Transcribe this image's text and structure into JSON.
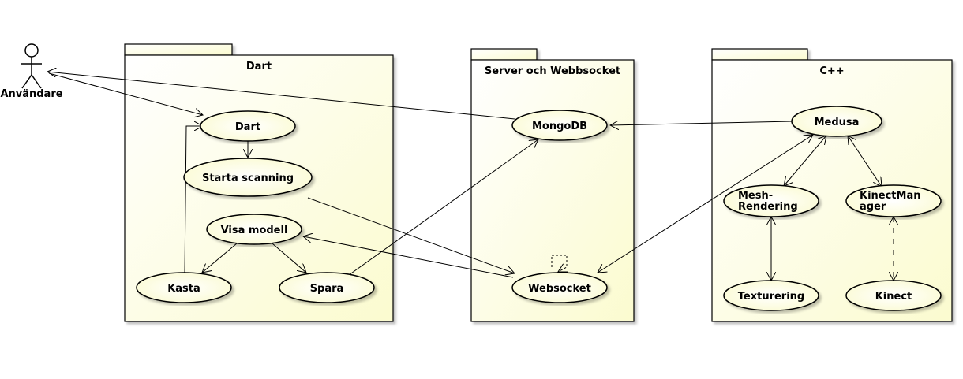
{
  "actor": {
    "label": "Användare"
  },
  "packages": {
    "dart": {
      "title": "Dart"
    },
    "server": {
      "title": "Server och Webbsocket"
    },
    "cpp": {
      "title": "C++"
    }
  },
  "usecases": {
    "dart": "Dart",
    "starta": "Starta scanning",
    "visa": "Visa modell",
    "kasta": "Kasta",
    "spara": "Spara",
    "mongodb": "MongoDB",
    "websocket": "Websocket",
    "medusa": "Medusa",
    "mesh_line1": "Mesh-",
    "mesh_line2": "Rendering",
    "kinect_line1": "KinectMan",
    "kinect_line2": "ager",
    "texturering": "Texturering",
    "kinect": "Kinect"
  },
  "colors": {
    "package_fill": "#fdfdd9",
    "package_fill_light": "#ffffff",
    "usecase_fill": "#fefee6",
    "stroke": "#000000"
  }
}
